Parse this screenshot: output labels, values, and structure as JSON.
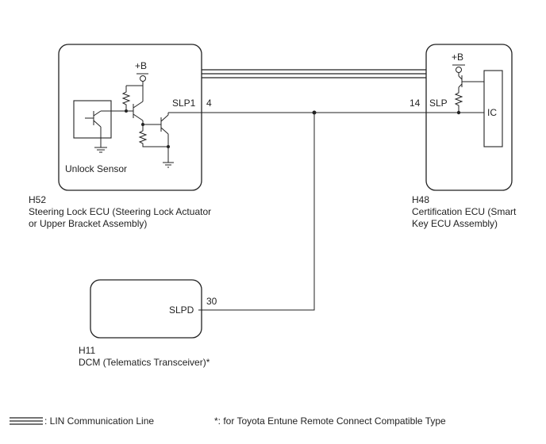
{
  "ecus": {
    "steering_lock": {
      "connector": "H52",
      "name_line1": "Steering Lock ECU (Steering Lock Actuator",
      "name_line2": "or Upper Bracket Assembly)",
      "power": "+B",
      "sensor_label": "Unlock Sensor",
      "terminal_name": "SLP1",
      "terminal_pin": "4"
    },
    "certification": {
      "connector": "H48",
      "name_line1": "Certification ECU (Smart",
      "name_line2": "Key ECU Assembly)",
      "power": "+B",
      "ic_label": "IC",
      "terminal_name": "SLP",
      "terminal_pin": "14"
    },
    "dcm": {
      "connector": "H11",
      "name_line1": "DCM (Telematics Transceiver)*",
      "terminal_name": "SLPD",
      "terminal_pin": "30"
    }
  },
  "legend": {
    "lin_line": ": LIN Communication Line",
    "footnote": "*: for Toyota Entune Remote Connect Compatible Type"
  }
}
